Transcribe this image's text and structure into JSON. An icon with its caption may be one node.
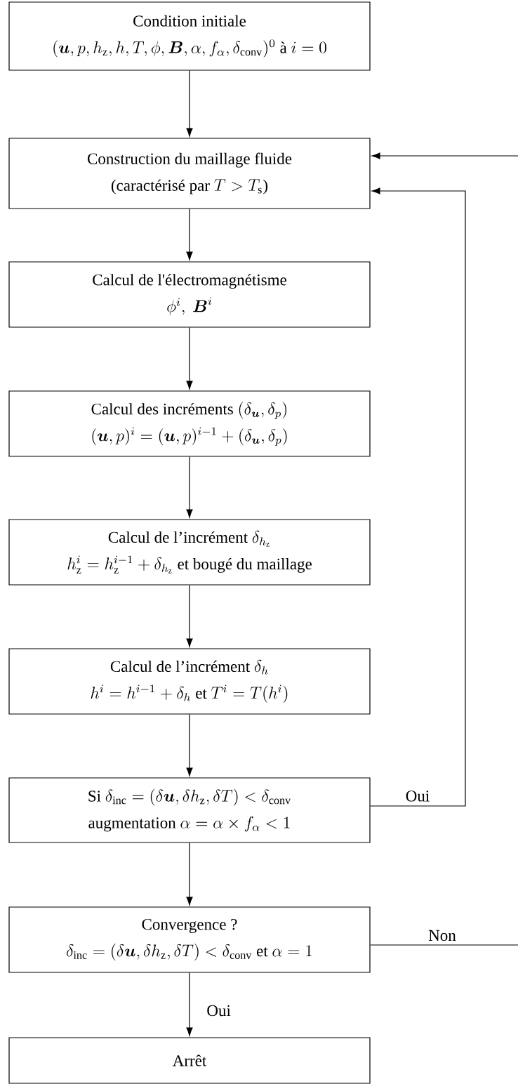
{
  "diagram": {
    "nodes": [
      {
        "text": [
          "Condition initiale",
          "(\\boldsymbol{u}, p, h_{\\mathrm{z}}, h, T, \\phi, \\boldsymbol{B}, \\alpha, f_{\\alpha}, \\delta_{\\mathrm{conv}})^0 \\text{ à } i = 0"
        ]
      },
      {
        "text": [
          "Construction du maillage fluide",
          "\\text{(caractérisé par } T > T_{\\mathrm{s}}\\text{)}"
        ]
      },
      {
        "text": [
          "Calcul de l'électromagnétisme",
          "\\phi^i,\\ \\boldsymbol{B}^i"
        ]
      },
      {
        "text": [
          "\\text{Calcul des incréments } (\\delta_{\\boldsymbol{u}}, \\delta_p)",
          "(\\boldsymbol{u}, p)^i = (\\boldsymbol{u}, p)^{i-1} + (\\delta_{\\boldsymbol{u}}, \\delta_p)"
        ]
      },
      {
        "text": [
          "\\text{Calcul de l'incrément } \\delta_{h_{\\mathrm{z}}}",
          "h_{\\mathrm{z}}^i = h_{\\mathrm{z}}^{i-1} + \\delta_{h_{\\mathrm{z}}} \\text{ et bougé du maillage}"
        ]
      },
      {
        "text": [
          "\\text{Calcul de l'incrément } \\delta_h",
          "h^i = h^{i-1} + \\delta_h \\text{ et } T^i = T(h^i)"
        ]
      },
      {
        "text": [
          "\\text{Si } \\delta_{\\mathrm{inc}} = (\\delta \\boldsymbol{u}, \\delta h_{\\mathrm{z}}, \\delta T) < \\delta_{\\mathrm{conv}}",
          "\\text{augmentation } \\alpha = \\alpha \\times f_{\\alpha} < 1"
        ]
      },
      {
        "text": [
          "Convergence ?",
          "\\delta_{\\mathrm{inc}} = (\\delta \\boldsymbol{u}, \\delta h_{\\mathrm{z}}, \\delta T) < \\delta_{\\mathrm{conv}} \\text{ et } \\alpha = 1"
        ]
      },
      {
        "text": [
          "Arrêt"
        ]
      }
    ],
    "edges": [
      {
        "from": 0,
        "to": 1,
        "arrow": "to"
      },
      {
        "from": 1,
        "to": 2,
        "arrow": "to"
      },
      {
        "from": 2,
        "to": 3,
        "arrow": "to"
      },
      {
        "from": 3,
        "to": 4,
        "arrow": "to"
      },
      {
        "from": 4,
        "to": 5,
        "arrow": "to"
      },
      {
        "from": 5,
        "to": 6,
        "arrow": "to"
      },
      {
        "from": 6,
        "to": 7,
        "arrow": "to"
      },
      {
        "from": 7,
        "to": 8,
        "arrow": "to",
        "label": "Oui"
      },
      {
        "from": 6,
        "to": 1,
        "arrow": "to",
        "label": "Oui"
      },
      {
        "from": 7,
        "to": 1,
        "arrow": "to",
        "label": "Non"
      }
    ]
  }
}
